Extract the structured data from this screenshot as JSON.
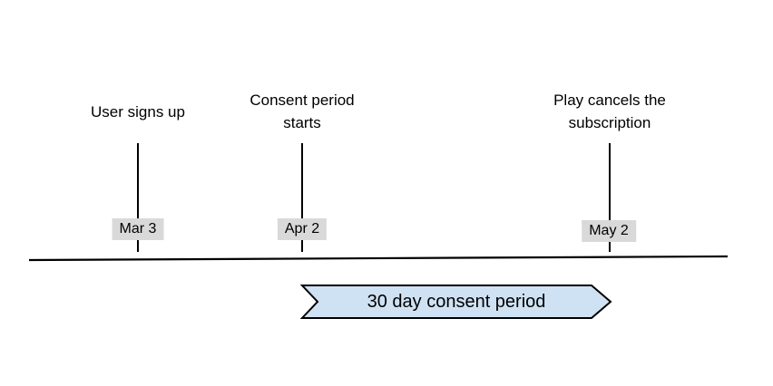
{
  "colors": {
    "background": "#ffffff",
    "badge_bg": "#d9d9d9",
    "arrow_fill": "#cfe2f3",
    "line": "#000000",
    "text": "#000000"
  },
  "timeline": {
    "events": [
      {
        "label": "User signs up",
        "date": "Mar 3"
      },
      {
        "label": "Consent period\nstarts",
        "date": "Apr 2"
      },
      {
        "label": "Play cancels the\nsubscription",
        "date": "May 2"
      }
    ],
    "period_banner": {
      "label": "30 day consent period"
    }
  }
}
